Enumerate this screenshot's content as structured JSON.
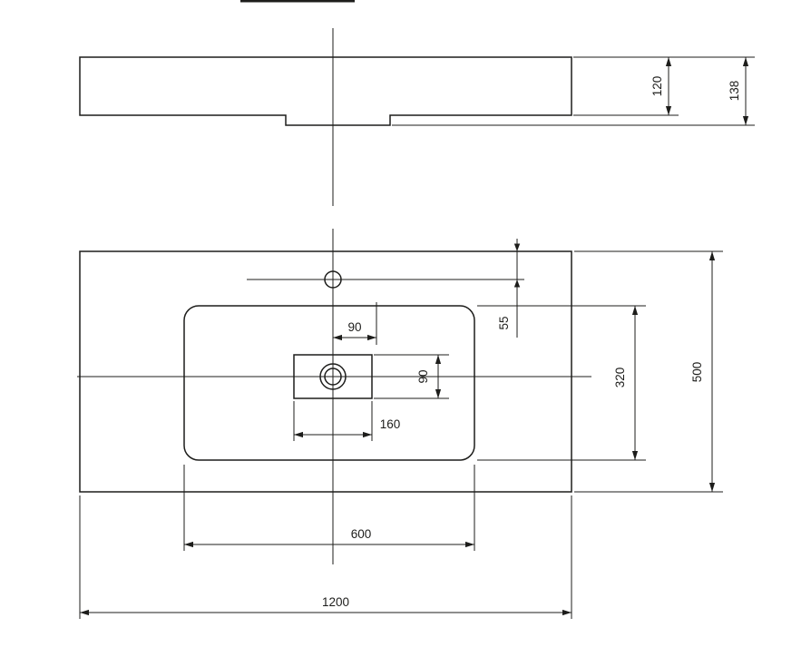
{
  "page": {
    "description": "Technical dimension drawing of a washbasin: front elevation (top) and plan view (bottom), dimensions in mm",
    "background": "#ffffff",
    "line_color": "#1d1d1b"
  },
  "side_view": {
    "height_basin": "120",
    "height_overall": "138"
  },
  "plan_view": {
    "tap_hole_offset": "90",
    "tap_hole_from_edge": "55",
    "drain_recess_height": "90",
    "bowl_depth": "320",
    "overall_depth": "500",
    "drain_recess_width": "160",
    "bowl_width": "600",
    "overall_width": "1200"
  }
}
